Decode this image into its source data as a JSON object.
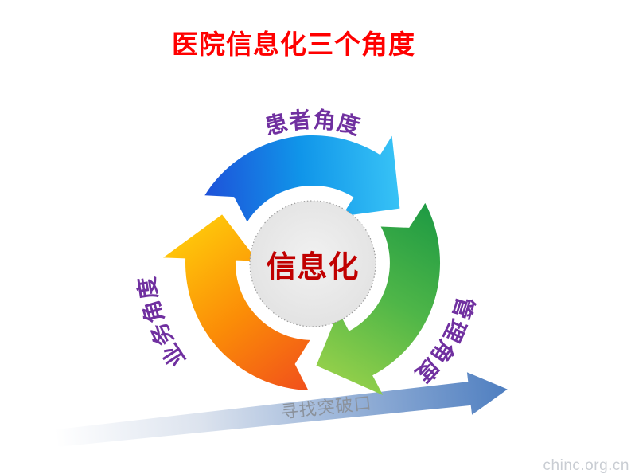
{
  "slide": {
    "title": "医院信息化三个角度",
    "center": {
      "label": "信息化"
    },
    "ring_labels": {
      "top": "患者角度",
      "right": "管理角度",
      "left": "业务角度"
    },
    "breakthrough": {
      "label": "寻找突破口"
    },
    "watermark": "chinc.org.cn",
    "colors": {
      "title": "#FF0000",
      "center_text": "#C00000",
      "ring_label": "#7030A0",
      "breakthrough_text": "#8B929C",
      "watermark": "#C9CDD3",
      "circle_stroke": "#9A9A9A"
    },
    "gradients": {
      "blue": [
        "#1E51D9",
        "#1095E9",
        "#38C3F6"
      ],
      "green": [
        "#1E9A43",
        "#4FB648",
        "#97D14A"
      ],
      "orange": [
        "#F1511B",
        "#FB8C07",
        "#FFC60A"
      ],
      "band": [
        "#FFFFFF",
        "#DCE3EE",
        "#4E7EC0"
      ],
      "circle": [
        "#F1F1F1",
        "#E3E3E3"
      ]
    }
  }
}
